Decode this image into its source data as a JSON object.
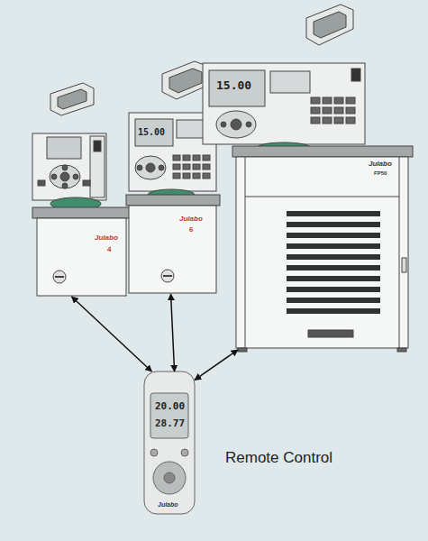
{
  "diagram": {
    "nodes": [
      {
        "text": [
          "Julabo",
          "4"
        ]
      },
      {
        "text": [
          "Julabo",
          "6"
        ]
      },
      {
        "text": [
          "Julabo",
          "FP50"
        ]
      },
      {
        "text": [
          "Remote Control",
          "Julabo"
        ]
      }
    ],
    "edges": [
      {
        "from": 0,
        "to": 3,
        "arrow": "both"
      },
      {
        "from": 1,
        "to": 3,
        "arrow": "both"
      },
      {
        "from": 2,
        "to": 3,
        "arrow": "both"
      }
    ],
    "labels": [
      "15.00",
      "15.00",
      "20.00",
      "28.77"
    ]
  }
}
